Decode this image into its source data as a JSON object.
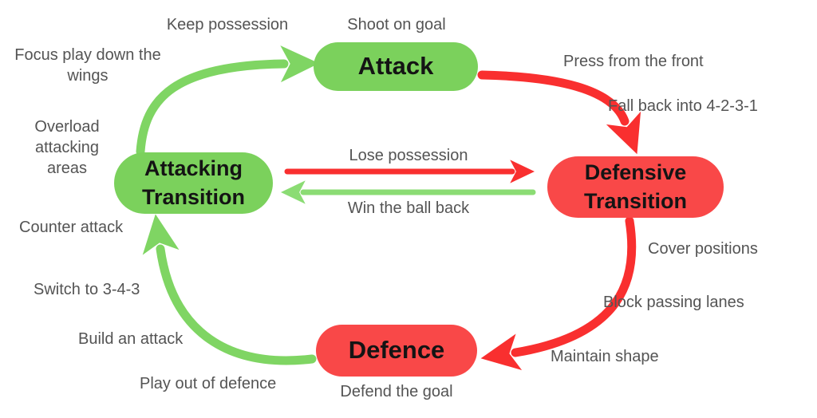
{
  "diagram": {
    "nodes": {
      "attack": {
        "label": "Attack",
        "color_role": "green"
      },
      "defensive_transition": {
        "label": "Defensive Transition",
        "color_role": "red"
      },
      "defence": {
        "label": "Defence",
        "color_role": "red"
      },
      "attacking_transition": {
        "label": "Attacking Transition",
        "color_role": "green"
      }
    },
    "edge_labels": {
      "lose_possession": "Lose possession",
      "win_the_ball_back": "Win the ball back"
    },
    "annotations": {
      "keep_possession": "Keep possession",
      "shoot_on_goal": "Shoot on goal",
      "focus_play_down_the_wings": "Focus play down the wings",
      "overload_attacking_areas": "Overload attacking areas",
      "counter_attack": "Counter attack",
      "switch_to_3_4_3": "Switch to 3-4-3",
      "build_an_attack": "Build an attack",
      "play_out_of_defence": "Play out of defence",
      "defend_the_goal": "Defend the goal",
      "press_from_the_front": "Press from the front",
      "fall_back_into_4_2_3_1": "Fall back into 4-2-3-1",
      "cover_positions": "Cover positions",
      "block_passing_lanes": "Block passing lanes",
      "maintain_shape": "Maintain shape"
    },
    "colors": {
      "green_box": "#7bd15c",
      "red_box": "#f94848",
      "green_arrow": "#7fd563",
      "green_arrow_light": "#8bdc74",
      "red_arrow": "#f92f2f",
      "node_text": "#141414",
      "label_text": "#545454",
      "background": "#ffffff"
    }
  }
}
